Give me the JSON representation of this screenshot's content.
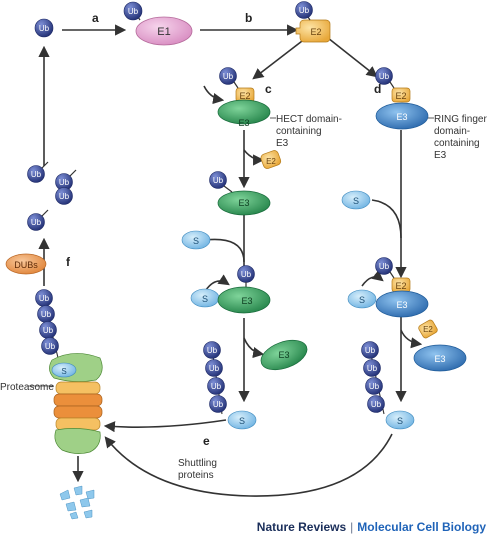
{
  "steps": {
    "a": "a",
    "b": "b",
    "c": "c",
    "d": "d",
    "e": "e",
    "f": "f"
  },
  "molecules": {
    "ub": "Ub",
    "e1": "E1",
    "e2": "E2",
    "e3": "E3",
    "s": "S",
    "dubs": "DUBs"
  },
  "labels": {
    "hect": [
      "HECT domain-",
      "containing",
      "E3"
    ],
    "ring": [
      "RING finger",
      "domain-",
      "containing",
      "E3"
    ],
    "proteasome": "Proteasome",
    "shuttling": [
      "Shuttling",
      "proteins"
    ]
  },
  "credit": {
    "publisher": "Nature Reviews",
    "separator": "|",
    "journal": "Molecular Cell Biology"
  },
  "colors": {
    "ub": "#3b4f9b",
    "e1": "#e7a9d3",
    "e2": "#f2c25e",
    "e3_hect": "#2fa05a",
    "e3_ring": "#3e86c7",
    "substrate": "#8ec8ec",
    "dubs": "#f0a35a",
    "arrow": "#333333"
  }
}
